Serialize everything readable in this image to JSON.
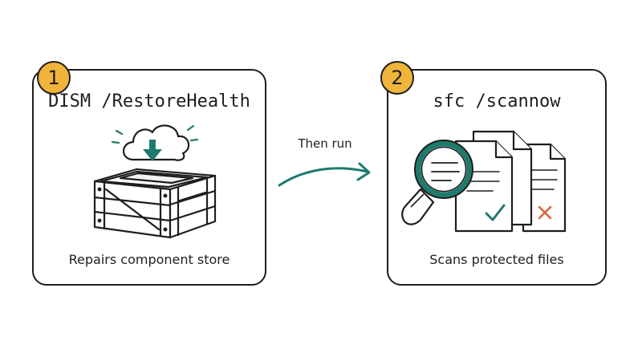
{
  "steps": [
    {
      "number": "1",
      "command": "DISM /RestoreHealth",
      "caption": "Repairs component store",
      "icon": "cloud-download-crate-icon"
    },
    {
      "number": "2",
      "command": "sfc /scannow",
      "caption": "Scans protected files",
      "icon": "magnifier-documents-icon"
    }
  ],
  "connector": {
    "label": "Then run"
  },
  "colors": {
    "accent_teal": "#1f7a6e",
    "badge_yellow": "#f1b43a",
    "cross_orange": "#d9663c",
    "stroke": "#1e1e1e"
  }
}
